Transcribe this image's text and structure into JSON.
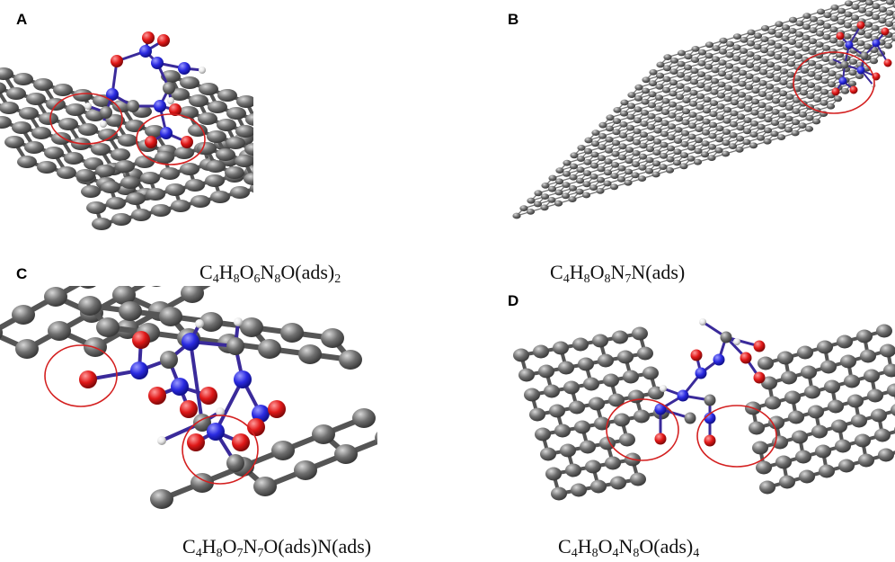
{
  "panels": [
    {
      "letter": "A",
      "formula": [
        "C",
        "4",
        "H",
        "8",
        "O",
        "6",
        "N",
        "8",
        "O(ads)",
        "2",
        "",
        ""
      ]
    },
    {
      "letter": "B",
      "formula": [
        "C",
        "4",
        "H",
        "8",
        "O",
        "8",
        "N",
        "7",
        "N(ads)",
        "",
        "",
        ""
      ]
    },
    {
      "letter": "C",
      "formula": [
        "C",
        "4",
        "H",
        "8",
        "O",
        "7",
        "N",
        "7",
        "O(ads)N(ads)",
        "",
        "",
        ""
      ]
    },
    {
      "letter": "D",
      "formula": [
        "C",
        "4",
        "H",
        "8",
        "O",
        "4",
        "N",
        "8",
        "O(ads)",
        "4",
        "",
        ""
      ]
    }
  ],
  "colors": {
    "carbon": "#6e6e6e",
    "bond": "#555555",
    "nitrogen": "#2a2ae0",
    "oxygen": "#e01818",
    "hydrogen": "#ffffff",
    "circle": "#d42020"
  }
}
